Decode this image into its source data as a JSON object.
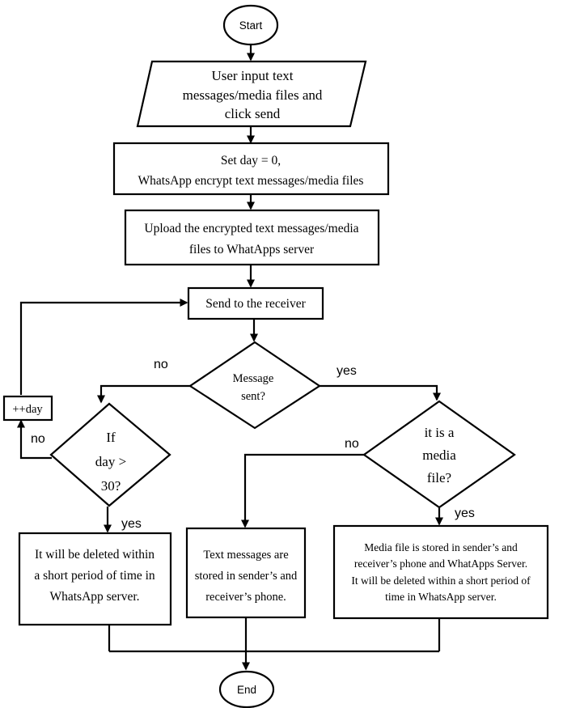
{
  "nodes": {
    "start": {
      "label": "Start"
    },
    "input": {
      "lines": [
        "User input text",
        "messages/media files and",
        "click send"
      ]
    },
    "encrypt": {
      "lines": [
        "Set day = 0,",
        "WhatsApp encrypt text messages/media files"
      ]
    },
    "upload": {
      "lines": [
        "Upload the encrypted text messages/media",
        "files to WhatApps server"
      ]
    },
    "send": {
      "label": "Send to the receiver"
    },
    "message_sent": {
      "lines": [
        "Message",
        "sent?"
      ]
    },
    "increment_day": {
      "label": "++day"
    },
    "day_check": {
      "lines": [
        "If",
        "day >",
        "30?"
      ]
    },
    "media_check": {
      "lines": [
        "it is a",
        "media",
        "file?"
      ]
    },
    "deleted_server": {
      "lines": [
        "It will be deleted within",
        "a short period of time in",
        "WhatsApp server."
      ]
    },
    "text_stored": {
      "lines": [
        "Text messages are",
        "stored in sender’s and",
        "receiver’s phone."
      ]
    },
    "media_stored": {
      "lines": [
        "Media file is stored in sender’s and",
        "receiver’s phone and WhatApps Server.",
        "It will be deleted within a short period of",
        "time in WhatsApp server."
      ]
    },
    "end": {
      "label": "End"
    }
  },
  "edge_labels": {
    "message_sent_no": "no",
    "message_sent_yes": "yes",
    "day_check_no": "no",
    "day_check_yes": "yes",
    "media_check_no": "no",
    "media_check_yes": "yes"
  }
}
